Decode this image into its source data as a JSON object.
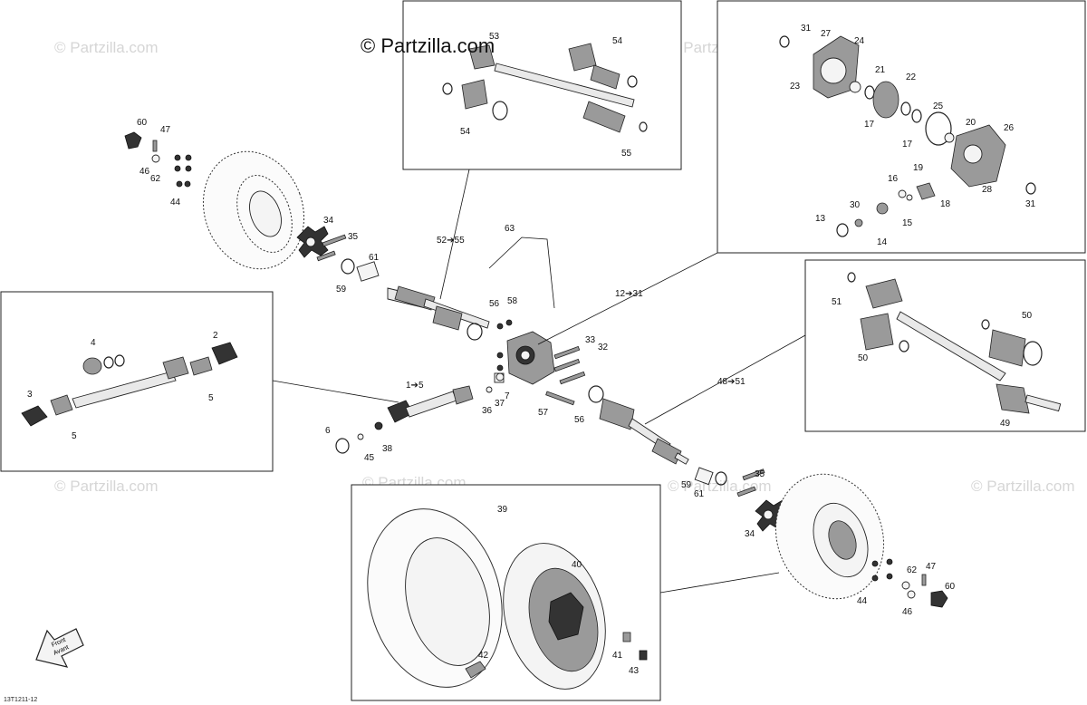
{
  "header": {
    "brand": "© Partzilla.com"
  },
  "watermark": {
    "text": "© Partzilla.com"
  },
  "footer": {
    "diagram_code": "13T1211-12"
  },
  "arrow": {
    "line1": "Front",
    "line2": "Avant"
  },
  "parts": {
    "p1_5": "1➔5",
    "p2": "2",
    "p3": "3",
    "p4": "4",
    "p5a": "5",
    "p5b": "5",
    "p6": "6",
    "p7": "7",
    "p12_31": "12➔31",
    "p13": "13",
    "p14": "14",
    "p15": "15",
    "p16": "16",
    "p17a": "17",
    "p17b": "17",
    "p18": "18",
    "p19": "19",
    "p20": "20",
    "p21": "21",
    "p22": "22",
    "p23": "23",
    "p24": "24",
    "p25": "25",
    "p26": "26",
    "p27": "27",
    "p28": "28",
    "p30": "30",
    "p31a": "31",
    "p31b": "31",
    "p32": "32",
    "p33": "33",
    "p34a": "34",
    "p34b": "34",
    "p35a": "35",
    "p35b": "35",
    "p36": "36",
    "p37": "37",
    "p38": "38",
    "p39": "39",
    "p40": "40",
    "p41": "41",
    "p42": "42",
    "p43": "43",
    "p44a": "44",
    "p44b": "44",
    "p45": "45",
    "p46a": "46",
    "p46b": "46",
    "p47a": "47",
    "p47b": "47",
    "p48_51": "48➔51",
    "p49": "49",
    "p50a": "50",
    "p50b": "50",
    "p51": "51",
    "p52_55": "52➔55",
    "p53": "53",
    "p54a": "54",
    "p54b": "54",
    "p55": "55",
    "p56a": "56",
    "p56b": "56",
    "p57": "57",
    "p58": "58",
    "p59a": "59",
    "p59b": "59",
    "p60a": "60",
    "p60b": "60",
    "p61a": "61",
    "p61b": "61",
    "p62a": "62",
    "p62b": "62",
    "p63": "63"
  }
}
